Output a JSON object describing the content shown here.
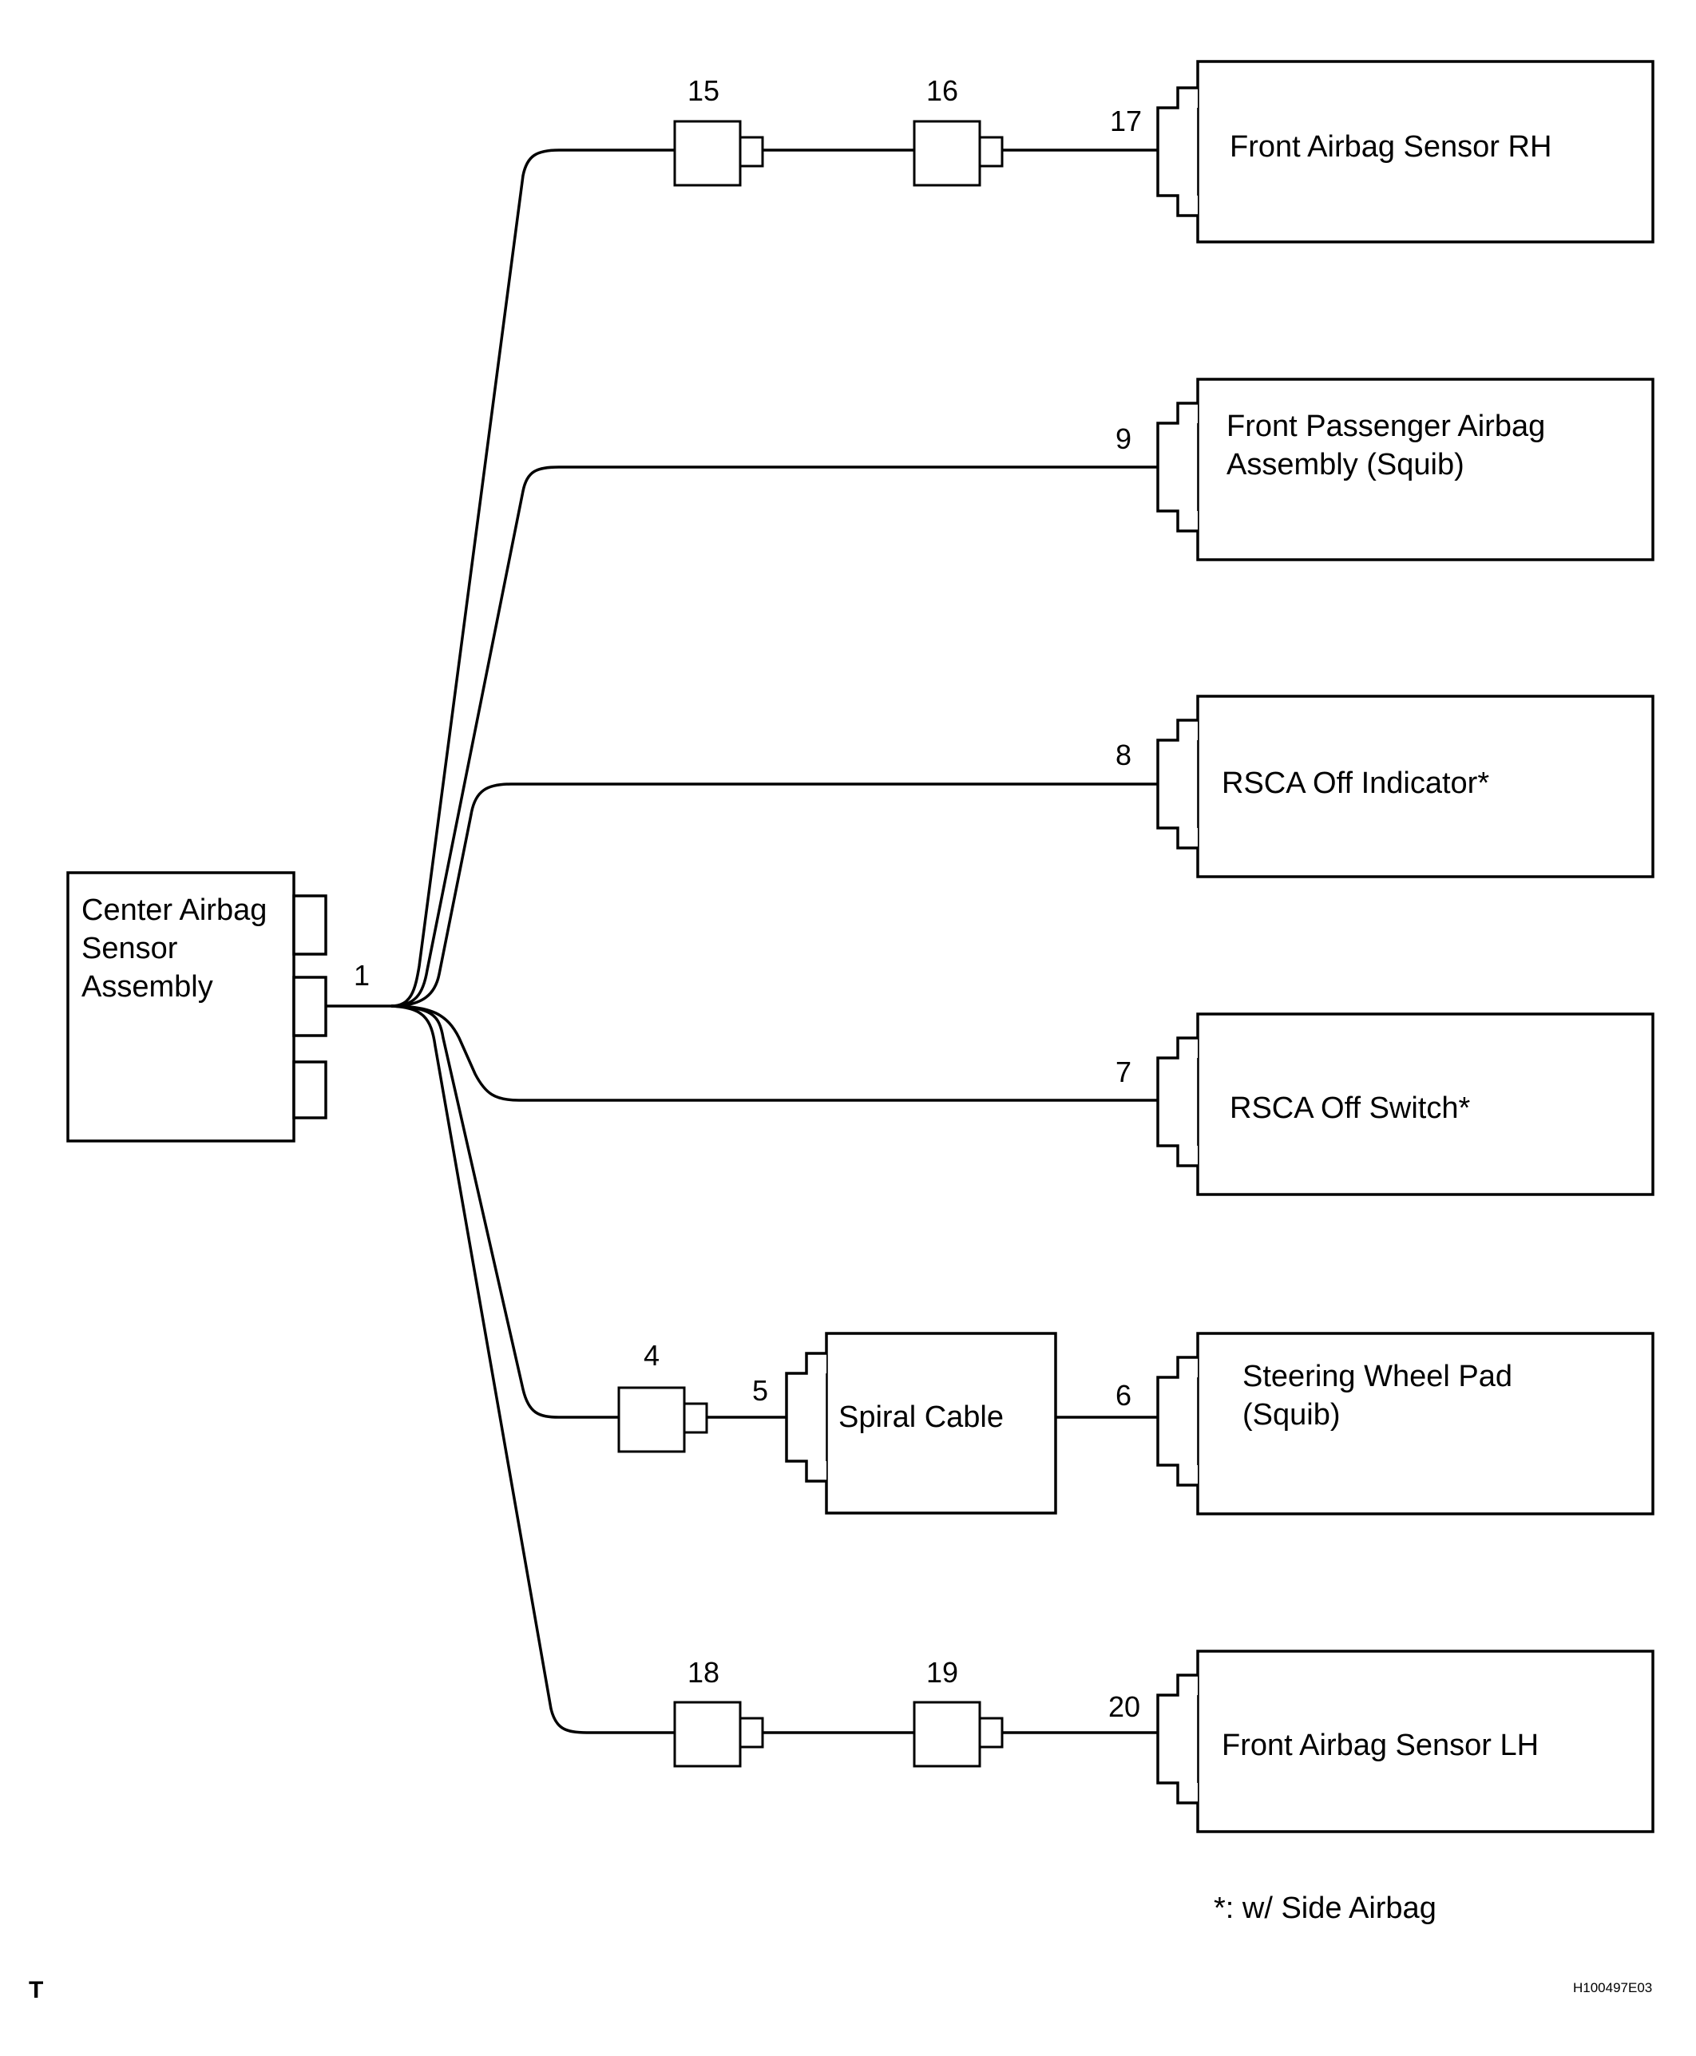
{
  "components": {
    "center_airbag_sensor": {
      "lines": [
        "Center Airbag",
        "Sensor",
        "Assembly"
      ]
    },
    "front_airbag_sensor_rh": {
      "lines": [
        "Front Airbag Sensor RH"
      ]
    },
    "front_passenger_airbag": {
      "lines": [
        "Front Passenger Airbag",
        "Assembly (Squib)"
      ]
    },
    "rsca_off_indicator": {
      "lines": [
        "RSCA Off Indicator*"
      ]
    },
    "rsca_off_switch": {
      "lines": [
        "RSCA Off Switch*"
      ]
    },
    "spiral_cable": {
      "lines": [
        "Spiral Cable"
      ]
    },
    "steering_wheel_pad": {
      "lines": [
        "Steering Wheel Pad",
        "(Squib)"
      ]
    },
    "front_airbag_sensor_lh": {
      "lines": [
        "Front Airbag Sensor LH"
      ]
    }
  },
  "connector_numbers": {
    "c1": "1",
    "c4": "4",
    "c5": "5",
    "c6": "6",
    "c7": "7",
    "c8": "8",
    "c9": "9",
    "c15": "15",
    "c16": "16",
    "c17": "17",
    "c18": "18",
    "c19": "19",
    "c20": "20"
  },
  "footnote": "*: w/ Side Airbag",
  "corner_mark": "T",
  "figure_code": "H100497E03"
}
